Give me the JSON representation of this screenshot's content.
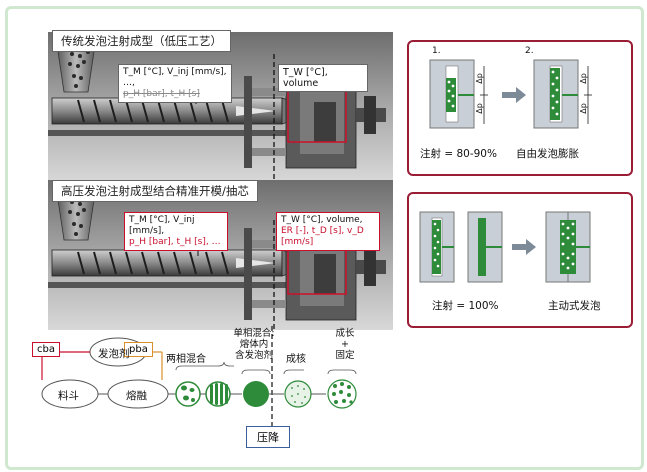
{
  "top_machine": {
    "title": "传统发泡注射成型（低压工艺）",
    "label_left_line1": "T_M [°C], V_inj [mm/s], …,",
    "label_left_line2": "p_H [bar], t_H [s]",
    "label_right": "T_W [°C], volume"
  },
  "bottom_machine": {
    "title": "高压发泡注射成型结合精准开模/抽芯",
    "label_left_line1": "T_M [°C], V_inj [mm/s],",
    "label_left_line2": "p_H [bar], t_H [s], …",
    "label_right_line1": "T_W [°C], volume,",
    "label_right_line2": "ER [-], t_D [s], v_D [mm/s]"
  },
  "right_top_panel": {
    "step1": "1.",
    "step2": "2.",
    "caption_left": "注射 = 80-90%",
    "caption_right": "自由发泡膨胀",
    "delta_p": "Δp"
  },
  "right_bottom_panel": {
    "caption_left": "注射 = 100%",
    "caption_right": "主动式发泡"
  },
  "process": {
    "cba": "cba",
    "pba": "pba",
    "foaming_agent": "发泡剂",
    "hopper": "料斗",
    "melt": "熔融",
    "two_phase": "两相混合",
    "single_phase": "单相混合:\n熔体内\n含发泡剂",
    "nucleation": "成核",
    "growth": "成长\n+\n固定",
    "pressure_drop": "压降"
  },
  "colors": {
    "accent_red": "#9a1d36",
    "green": "#2e8b3a",
    "blue": "#3a5f9a",
    "frame": "#cfe8cf"
  }
}
